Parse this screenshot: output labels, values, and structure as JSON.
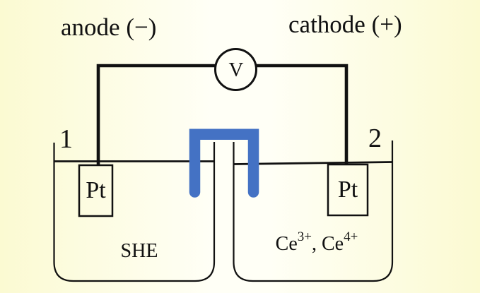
{
  "labels": {
    "anode": "anode (−)",
    "cathode": "cathode (+)"
  },
  "voltmeter": {
    "label": "V"
  },
  "beakers": [
    {
      "number": "1",
      "electrode_label": "Pt",
      "solution_label": "SHE"
    },
    {
      "number": "2",
      "electrode_label": "Pt",
      "solution_parts": [
        {
          "t": "Ce"
        },
        {
          "t": "3+",
          "sup": true
        },
        {
          "t": ", Ce"
        },
        {
          "t": "4+",
          "sup": true
        }
      ]
    }
  ],
  "colors": {
    "salt_bridge": "#4472C4",
    "ink": "#111111",
    "background_edge": "#fbfad2",
    "background_center": "#fffff6"
  }
}
